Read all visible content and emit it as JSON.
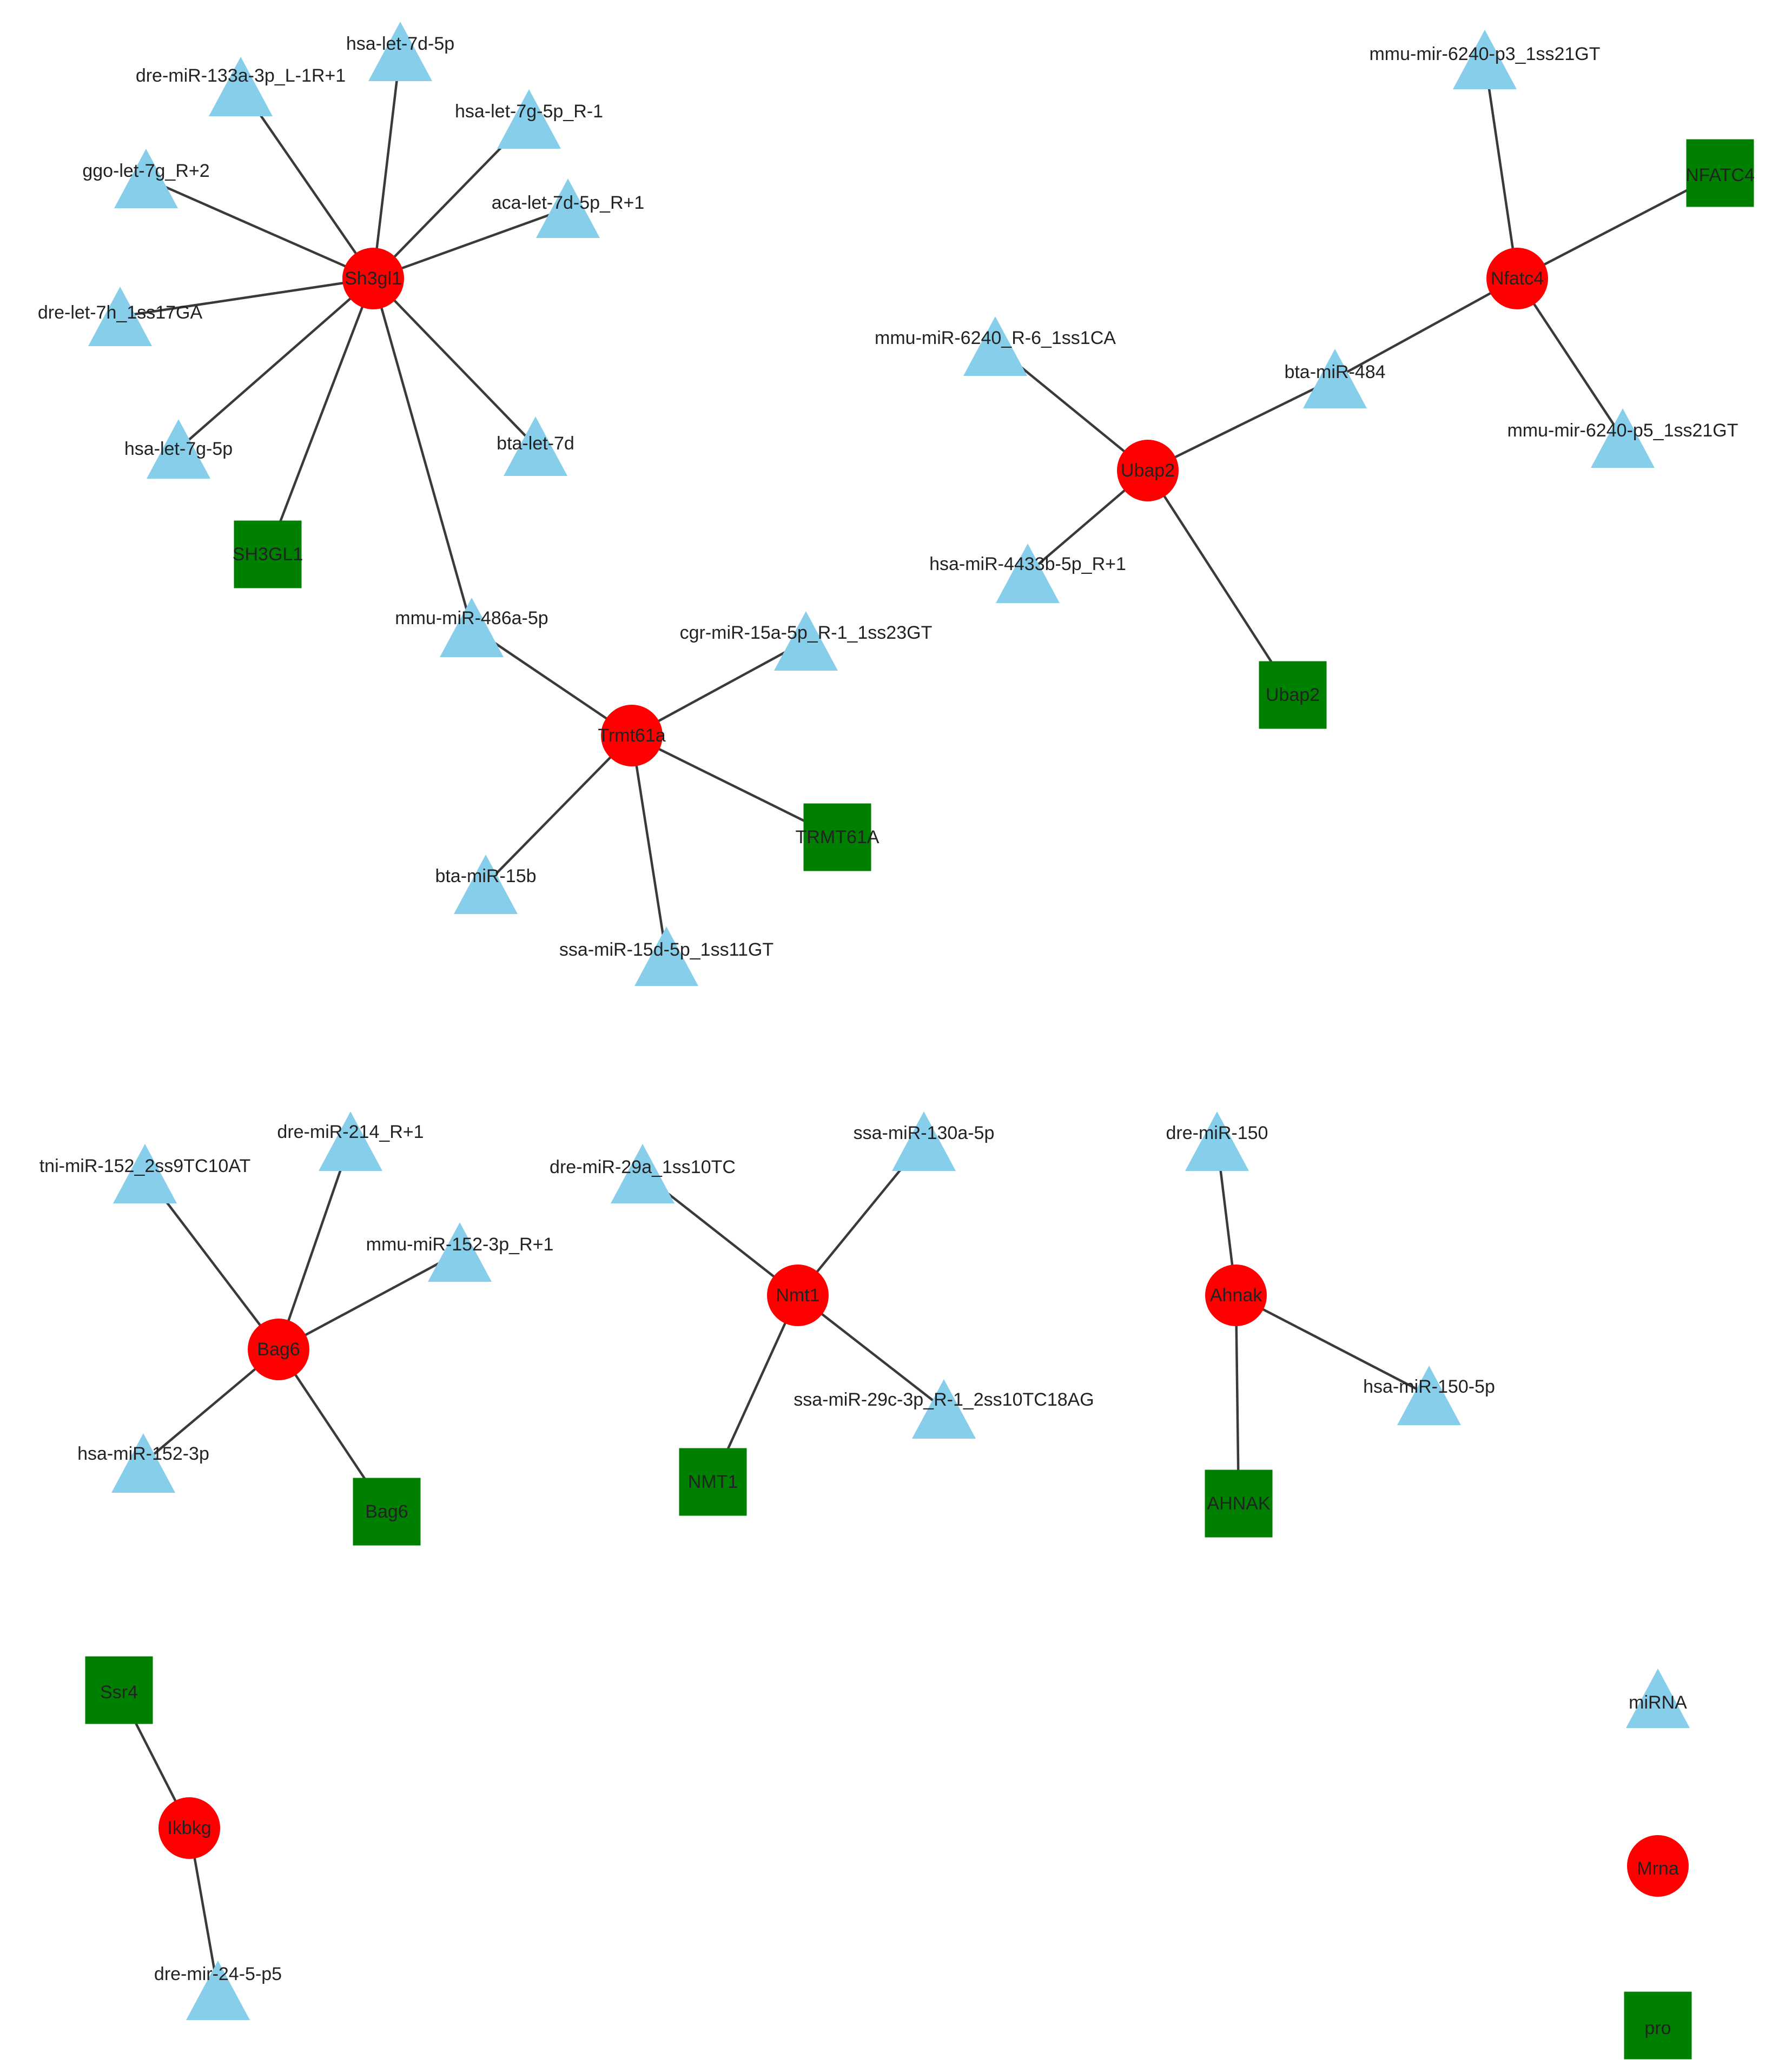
{
  "colors": {
    "mirna": "#87ceeb",
    "mrna": "#ff0000",
    "pro": "#008000",
    "edge": "#3a3a3a"
  },
  "legend": [
    {
      "type": "mirna",
      "label": "miRNA"
    },
    {
      "type": "mrna",
      "label": "Mrna"
    },
    {
      "type": "pro",
      "label": "pro"
    }
  ],
  "nodes": [
    {
      "id": "Sh3gl1",
      "type": "mrna",
      "label": "Sh3gl1"
    },
    {
      "id": "Nfatc4",
      "type": "mrna",
      "label": "Nfatc4"
    },
    {
      "id": "Ubap2",
      "type": "mrna",
      "label": "Ubap2"
    },
    {
      "id": "Trmt61a",
      "type": "mrna",
      "label": "Trmt61a"
    },
    {
      "id": "Bag6",
      "type": "mrna",
      "label": "Bag6"
    },
    {
      "id": "Nmt1",
      "type": "mrna",
      "label": "Nmt1"
    },
    {
      "id": "Ahnak",
      "type": "mrna",
      "label": "Ahnak"
    },
    {
      "id": "Ikbkg",
      "type": "mrna",
      "label": "Ikbkg"
    },
    {
      "id": "SH3GL1",
      "type": "pro",
      "label": "SH3GL1"
    },
    {
      "id": "NFATC4",
      "type": "pro",
      "label": "NFATC4"
    },
    {
      "id": "Ubap2_pro",
      "type": "pro",
      "label": "Ubap2"
    },
    {
      "id": "TRMT61A",
      "type": "pro",
      "label": "TRMT61A"
    },
    {
      "id": "Bag6_pro",
      "type": "pro",
      "label": "Bag6"
    },
    {
      "id": "NMT1",
      "type": "pro",
      "label": "NMT1"
    },
    {
      "id": "AHNAK",
      "type": "pro",
      "label": "AHNAK"
    },
    {
      "id": "Ssr4",
      "type": "pro",
      "label": "Ssr4"
    },
    {
      "id": "m1",
      "type": "mirna",
      "label": "hsa-let-7d-5p"
    },
    {
      "id": "m2",
      "type": "mirna",
      "label": "dre-miR-133a-3p_L-1R+1"
    },
    {
      "id": "m3",
      "type": "mirna",
      "label": "hsa-let-7g-5p_R-1"
    },
    {
      "id": "m4",
      "type": "mirna",
      "label": "ggo-let-7g_R+2"
    },
    {
      "id": "m5",
      "type": "mirna",
      "label": "aca-let-7d-5p_R+1"
    },
    {
      "id": "m6",
      "type": "mirna",
      "label": "dre-let-7h_1ss17GA"
    },
    {
      "id": "m7",
      "type": "mirna",
      "label": "hsa-let-7g-5p"
    },
    {
      "id": "m8",
      "type": "mirna",
      "label": "bta-let-7d"
    },
    {
      "id": "m9",
      "type": "mirna",
      "label": "mmu-miR-486a-5p"
    },
    {
      "id": "m10",
      "type": "mirna",
      "label": "mmu-mir-6240-p3_1ss21GT"
    },
    {
      "id": "m11",
      "type": "mirna",
      "label": "mmu-miR-6240_R-6_1ss1CA"
    },
    {
      "id": "m12",
      "type": "mirna",
      "label": "bta-miR-484"
    },
    {
      "id": "m13",
      "type": "mirna",
      "label": "mmu-mir-6240-p5_1ss21GT"
    },
    {
      "id": "m14",
      "type": "mirna",
      "label": "hsa-miR-4433b-5p_R+1"
    },
    {
      "id": "m15",
      "type": "mirna",
      "label": "cgr-miR-15a-5p_R-1_1ss23GT"
    },
    {
      "id": "m16",
      "type": "mirna",
      "label": "bta-miR-15b"
    },
    {
      "id": "m17",
      "type": "mirna",
      "label": "ssa-miR-15d-5p_1ss11GT"
    },
    {
      "id": "m18",
      "type": "mirna",
      "label": "dre-miR-214_R+1"
    },
    {
      "id": "m19",
      "type": "mirna",
      "label": "tni-miR-152_2ss9TC10AT"
    },
    {
      "id": "m20",
      "type": "mirna",
      "label": "mmu-miR-152-3p_R+1"
    },
    {
      "id": "m21",
      "type": "mirna",
      "label": "hsa-miR-152-3p"
    },
    {
      "id": "m22",
      "type": "mirna",
      "label": "dre-miR-29a_1ss10TC"
    },
    {
      "id": "m23",
      "type": "mirna",
      "label": "ssa-miR-130a-5p"
    },
    {
      "id": "m24",
      "type": "mirna",
      "label": "ssa-miR-29c-3p_R-1_2ss10TC18AG"
    },
    {
      "id": "m25",
      "type": "mirna",
      "label": "dre-miR-150"
    },
    {
      "id": "m26",
      "type": "mirna",
      "label": "hsa-miR-150-5p"
    },
    {
      "id": "m27",
      "type": "mirna",
      "label": "dre-mir-24-5-p5"
    }
  ],
  "edges": [
    [
      "Sh3gl1",
      "m1"
    ],
    [
      "Sh3gl1",
      "m2"
    ],
    [
      "Sh3gl1",
      "m3"
    ],
    [
      "Sh3gl1",
      "m4"
    ],
    [
      "Sh3gl1",
      "m5"
    ],
    [
      "Sh3gl1",
      "m6"
    ],
    [
      "Sh3gl1",
      "m7"
    ],
    [
      "Sh3gl1",
      "m8"
    ],
    [
      "Sh3gl1",
      "SH3GL1"
    ],
    [
      "Sh3gl1",
      "m9"
    ],
    [
      "Trmt61a",
      "m9"
    ],
    [
      "Trmt61a",
      "m15"
    ],
    [
      "Trmt61a",
      "m16"
    ],
    [
      "Trmt61a",
      "m17"
    ],
    [
      "Trmt61a",
      "TRMT61A"
    ],
    [
      "Nfatc4",
      "m10"
    ],
    [
      "Nfatc4",
      "NFATC4"
    ],
    [
      "Nfatc4",
      "m12"
    ],
    [
      "Nfatc4",
      "m13"
    ],
    [
      "Ubap2",
      "m11"
    ],
    [
      "Ubap2",
      "m12"
    ],
    [
      "Ubap2",
      "m14"
    ],
    [
      "Ubap2",
      "Ubap2_pro"
    ],
    [
      "Bag6",
      "m18"
    ],
    [
      "Bag6",
      "m19"
    ],
    [
      "Bag6",
      "m20"
    ],
    [
      "Bag6",
      "m21"
    ],
    [
      "Bag6",
      "Bag6_pro"
    ],
    [
      "Nmt1",
      "m22"
    ],
    [
      "Nmt1",
      "m23"
    ],
    [
      "Nmt1",
      "m24"
    ],
    [
      "Nmt1",
      "NMT1"
    ],
    [
      "Ahnak",
      "m25"
    ],
    [
      "Ahnak",
      "m26"
    ],
    [
      "Ahnak",
      "AHNAK"
    ],
    [
      "Ikbkg",
      "Ssr4"
    ],
    [
      "Ikbkg",
      "m27"
    ]
  ]
}
